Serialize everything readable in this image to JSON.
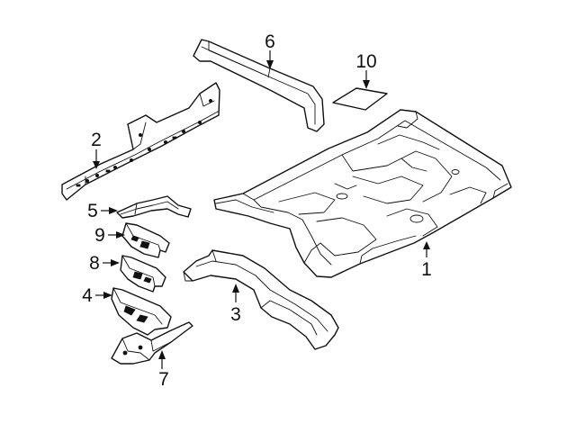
{
  "callouts": {
    "part1": "1",
    "part2": "2",
    "part3": "3",
    "part4": "4",
    "part5": "5",
    "part6": "6",
    "part7": "7",
    "part8": "8",
    "part9": "9",
    "part10": "10"
  }
}
